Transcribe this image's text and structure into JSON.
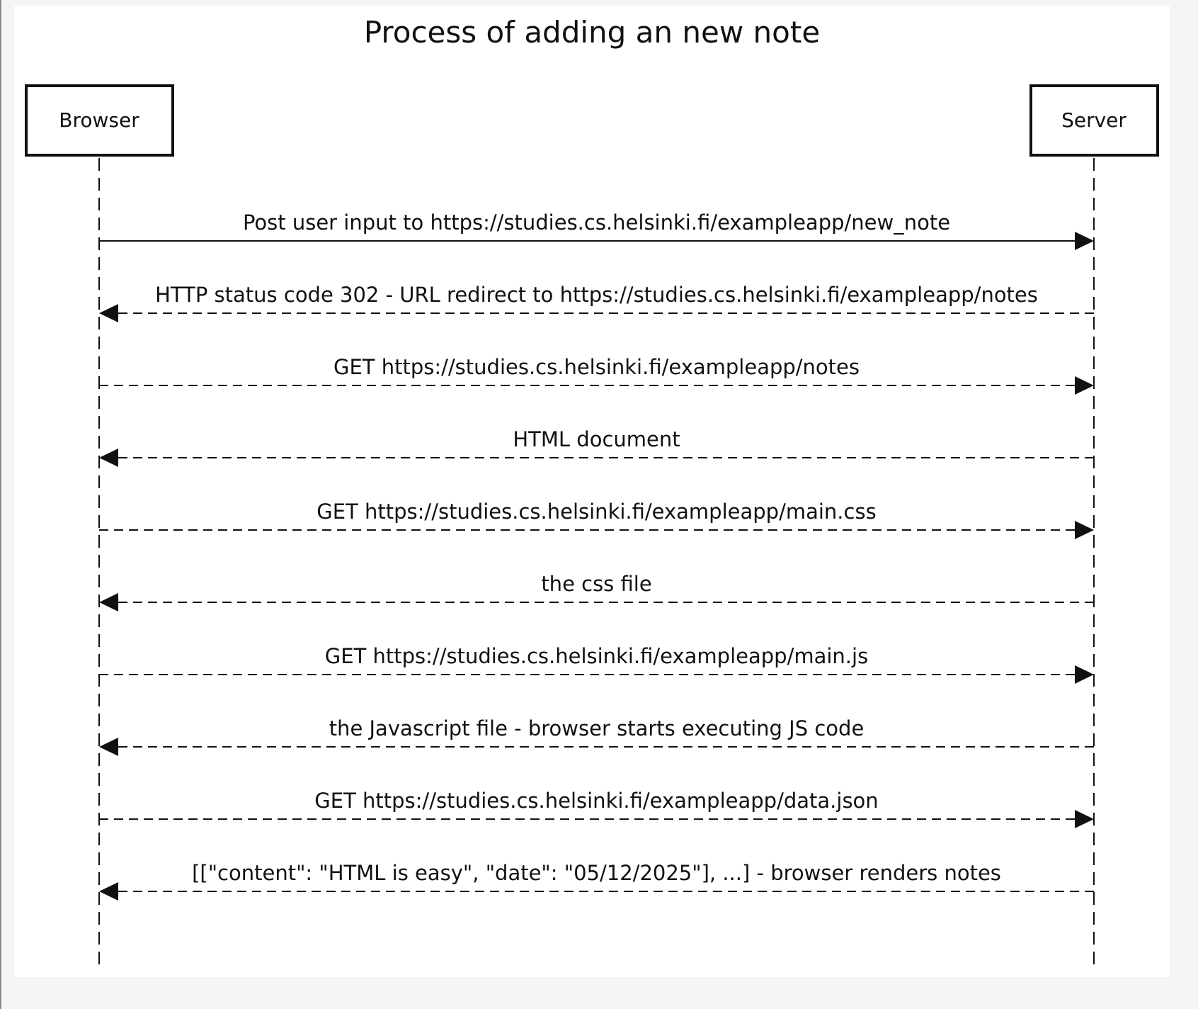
{
  "diagram": {
    "title": "Process of adding an new note",
    "participants": [
      {
        "id": "browser",
        "label": "Browser"
      },
      {
        "id": "server",
        "label": "Server"
      }
    ],
    "messages": [
      {
        "from": "browser",
        "to": "server",
        "label": "Post user input to https://studies.cs.helsinki.fi/exampleapp/new_note",
        "style": "solid"
      },
      {
        "from": "server",
        "to": "browser",
        "label": "HTTP status code 302 - URL redirect to https://studies.cs.helsinki.fi/exampleapp/notes",
        "style": "dashed"
      },
      {
        "from": "browser",
        "to": "server",
        "label": "GET https://studies.cs.helsinki.fi/exampleapp/notes",
        "style": "dashed"
      },
      {
        "from": "server",
        "to": "browser",
        "label": "HTML document",
        "style": "dashed"
      },
      {
        "from": "browser",
        "to": "server",
        "label": "GET https://studies.cs.helsinki.fi/exampleapp/main.css",
        "style": "dashed"
      },
      {
        "from": "server",
        "to": "browser",
        "label": "the css file",
        "style": "dashed"
      },
      {
        "from": "browser",
        "to": "server",
        "label": "GET https://studies.cs.helsinki.fi/exampleapp/main.js",
        "style": "dashed"
      },
      {
        "from": "server",
        "to": "browser",
        "label": "the Javascript file - browser starts executing JS code",
        "style": "dashed"
      },
      {
        "from": "browser",
        "to": "server",
        "label": "GET https://studies.cs.helsinki.fi/exampleapp/data.json",
        "style": "dashed"
      },
      {
        "from": "server",
        "to": "browser",
        "label": "[[\"content\": \"HTML is easy\", \"date\": \"05/12/2025\"], ...] - browser renders notes",
        "style": "dashed"
      }
    ]
  }
}
